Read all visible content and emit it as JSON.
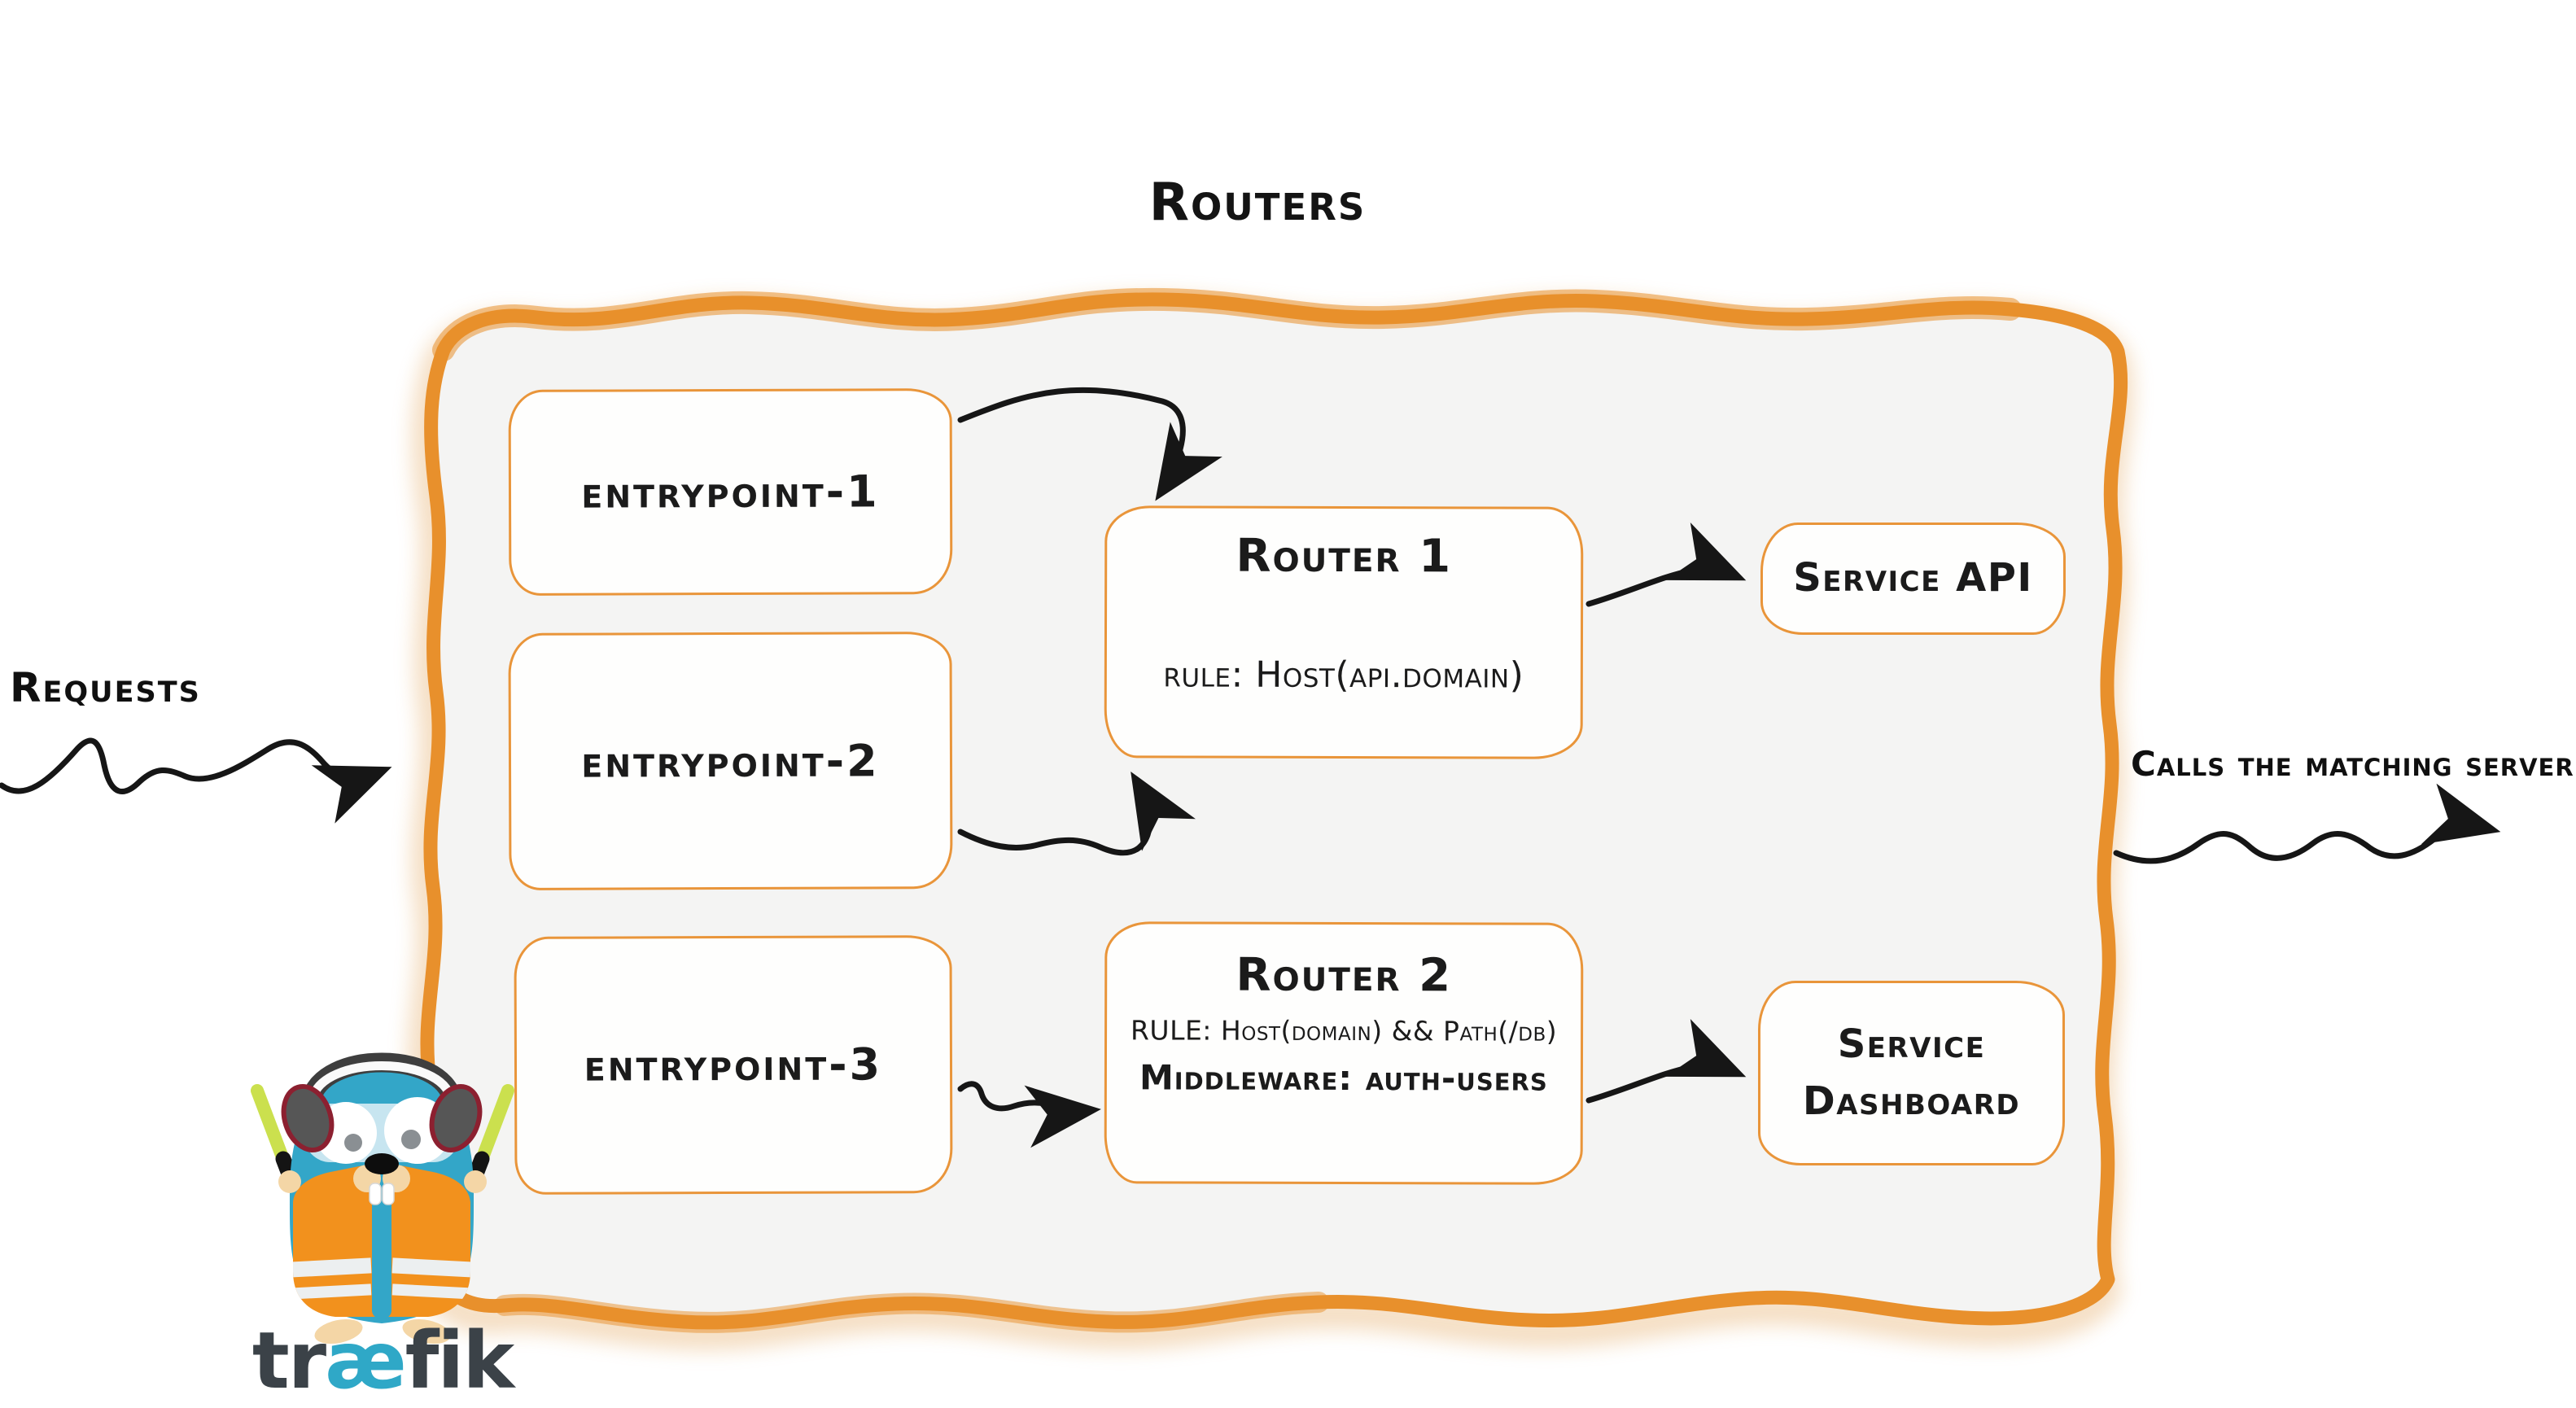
{
  "diagram": {
    "title": "Routers",
    "entrypoints": [
      {
        "id": "entrypoint-1",
        "label": "entrypoint-1"
      },
      {
        "id": "entrypoint-2",
        "label": "entrypoint-2"
      },
      {
        "id": "entrypoint-3",
        "label": "entrypoint-3"
      }
    ],
    "routers": [
      {
        "id": "router-1",
        "title": "Router 1",
        "rule": "rule: Host(api.domain)"
      },
      {
        "id": "router-2",
        "title": "Router 2",
        "rule": "RULE: Host(domain) && Path(/db)",
        "middleware": "Middleware: auth-users"
      }
    ],
    "services": [
      {
        "id": "service-api",
        "label": "Service API"
      },
      {
        "id": "service-dashboard",
        "label": "Service Dashboard"
      }
    ],
    "annotations": {
      "incoming_label": "Requests",
      "outgoing_label": "Calls the matching server"
    },
    "edges": [
      {
        "from": "entrypoint-1",
        "to": "router-1"
      },
      {
        "from": "entrypoint-2",
        "to": "router-1"
      },
      {
        "from": "entrypoint-3",
        "to": "router-2"
      },
      {
        "from": "router-1",
        "to": "service-api"
      },
      {
        "from": "router-2",
        "to": "service-dashboard"
      },
      {
        "from": "outside",
        "to": "container",
        "label": "Requests"
      },
      {
        "from": "container",
        "to": "outside",
        "label": "Calls the matching server"
      }
    ]
  },
  "logo": {
    "wordmark_pre": "tr",
    "wordmark_ae": "æ",
    "wordmark_post": "fik"
  },
  "colors": {
    "accent_orange": "#e8902c",
    "box_border_orange": "#e9953a",
    "container_fill": "#f4f4f3",
    "arrow_black": "#161616",
    "text": "#1b1b1b",
    "gopher_teal": "#33a6c8",
    "vest_orange": "#f2911d",
    "baton_green": "#cbe04e",
    "wordmark_dark": "#3b4248",
    "wordmark_teal": "#2fa8c7"
  }
}
